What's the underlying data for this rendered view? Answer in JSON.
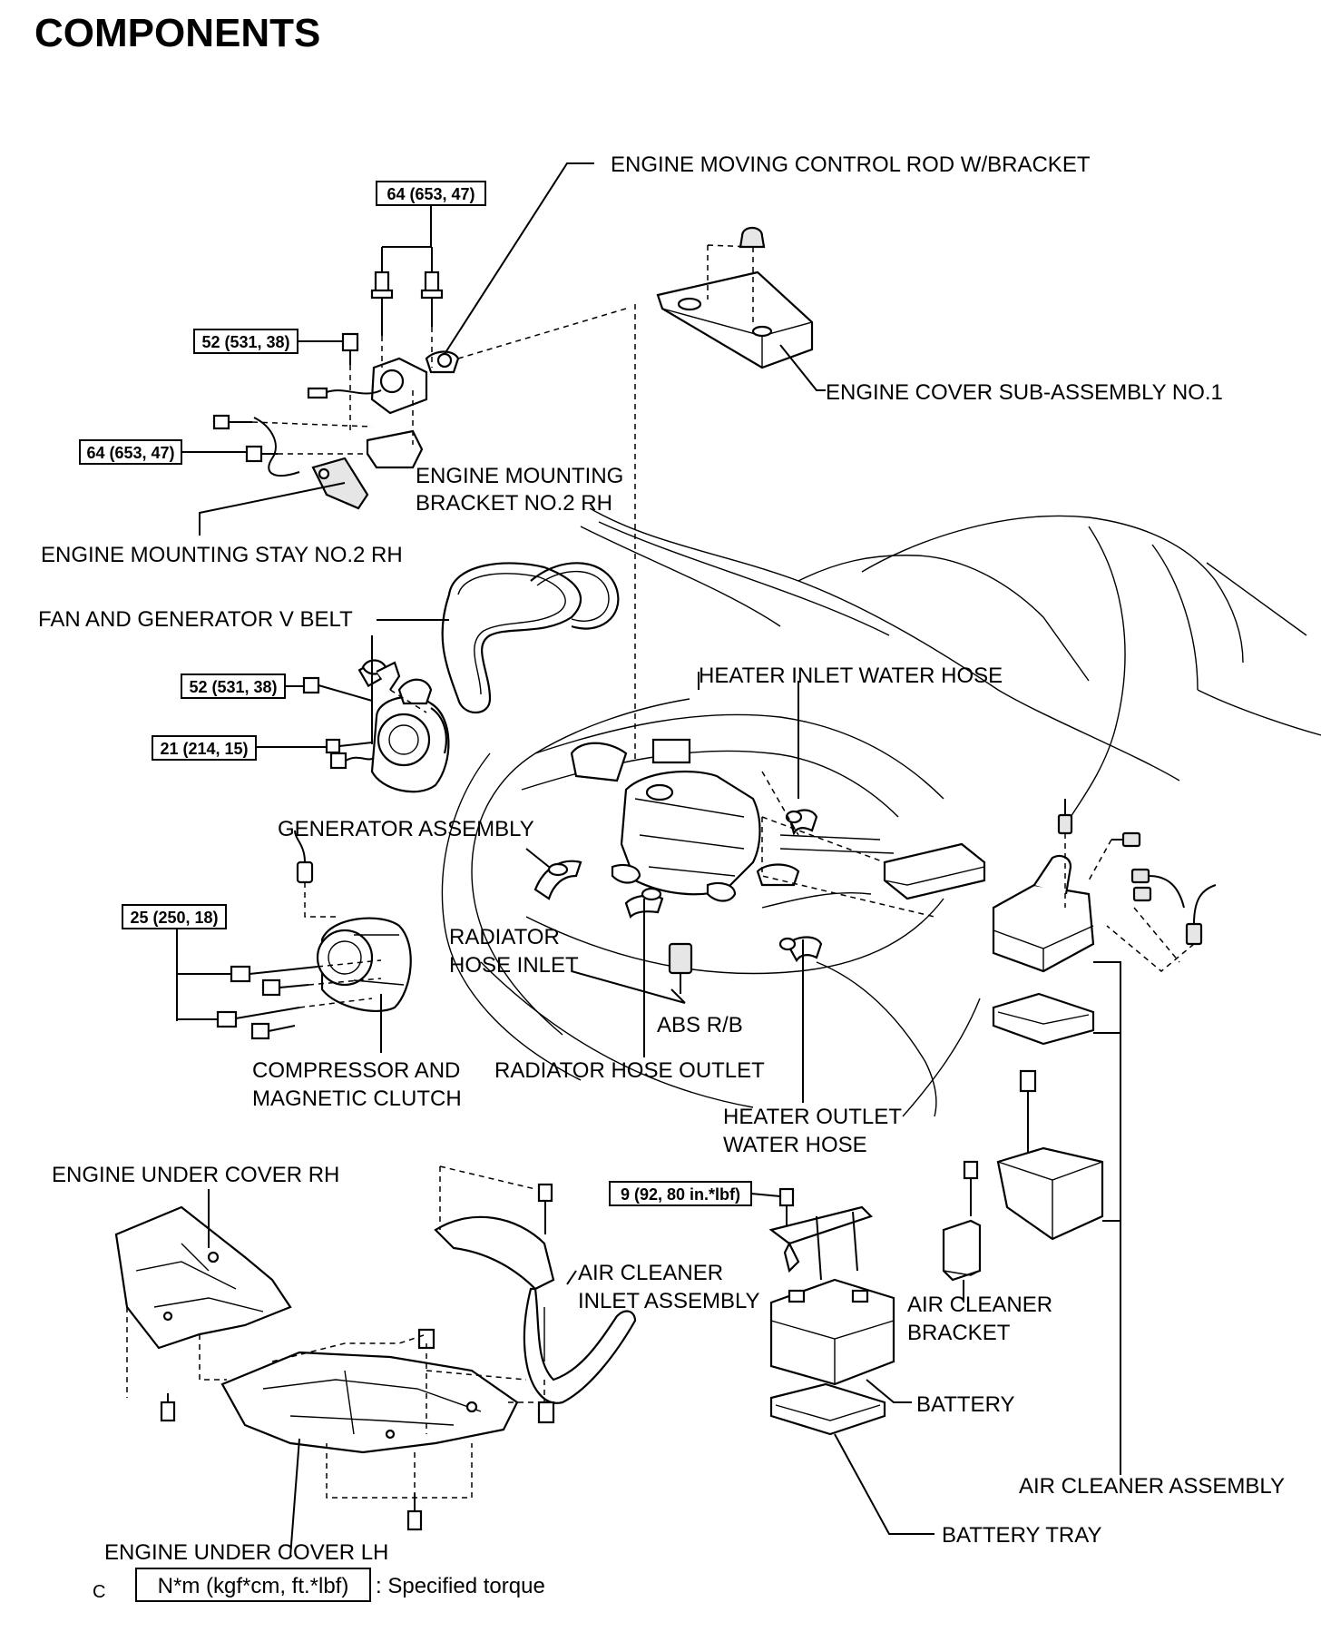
{
  "title": "COMPONENTS",
  "labels": {
    "engine_moving_control_rod": "ENGINE MOVING CONTROL ROD W/BRACKET",
    "engine_cover_sub_assembly": "ENGINE COVER SUB-ASSEMBLY NO.1",
    "engine_mounting_bracket_l1": "ENGINE MOUNTING",
    "engine_mounting_bracket_l2": "BRACKET NO.2 RH",
    "engine_mounting_stay": "ENGINE MOUNTING STAY NO.2 RH",
    "fan_generator_v_belt": "FAN AND GENERATOR V BELT",
    "heater_inlet_water_hose": "HEATER INLET WATER HOSE",
    "generator_assembly": "GENERATOR ASSEMBLY",
    "radiator_hose_inlet_l1": "RADIATOR",
    "radiator_hose_inlet_l2": "HOSE INLET",
    "abs_rb": "ABS R/B",
    "compressor_l1": "COMPRESSOR AND",
    "compressor_l2": "MAGNETIC CLUTCH",
    "radiator_hose_outlet": "RADIATOR HOSE OUTLET",
    "heater_outlet_l1": "HEATER OUTLET",
    "heater_outlet_l2": "WATER HOSE",
    "engine_under_cover_rh": "ENGINE UNDER COVER RH",
    "air_cleaner_inlet_l1": "AIR CLEANER",
    "air_cleaner_inlet_l2": "INLET ASSEMBLY",
    "air_cleaner_bracket_l1": "AIR CLEANER",
    "air_cleaner_bracket_l2": "BRACKET",
    "battery": "BATTERY",
    "air_cleaner_assembly": "AIR CLEANER ASSEMBLY",
    "battery_tray": "BATTERY TRAY",
    "engine_under_cover_lh": "ENGINE UNDER COVER LH"
  },
  "torques": {
    "t1": "64 (653, 47)",
    "t2": "52 (531, 38)",
    "t3": "64 (653, 47)",
    "t4": "52 (531, 38)",
    "t5": "21 (214, 15)",
    "t6": "25 (250, 18)",
    "t7": "9 (92, 80 in.*lbf)"
  },
  "legend": {
    "code": "C",
    "unit_box": "N*m (kgf*cm, ft.*lbf)",
    "meaning": ": Specified torque"
  }
}
